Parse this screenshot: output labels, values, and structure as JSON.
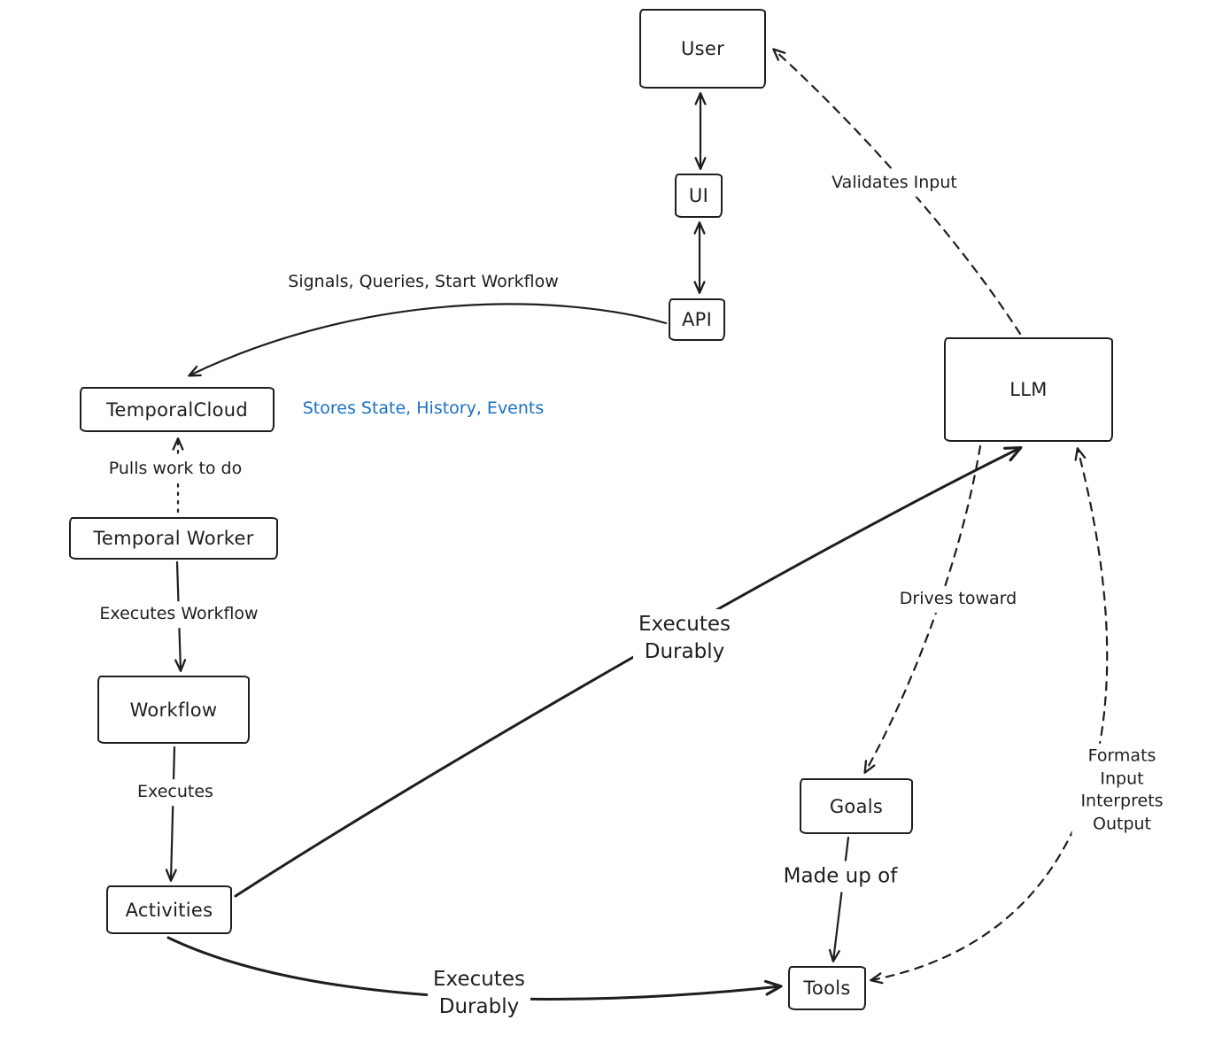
{
  "colors": {
    "stroke": "#1e1e1e",
    "blue": "#1971c2",
    "background": "#ffffff"
  },
  "nodes": {
    "user": "User",
    "ui": "UI",
    "api": "API",
    "llm": "LLM",
    "temporal_cloud": "TemporalCloud",
    "temporal_worker": "Temporal Worker",
    "workflow": "Workflow",
    "activities": "Activities",
    "goals": "Goals",
    "tools": "Tools"
  },
  "edge_labels": {
    "signals_queries": "Signals, Queries, Start Workflow",
    "validates_input": "Validates Input",
    "stores_state": "Stores State, History, Events",
    "pulls_work": "Pulls work to do",
    "executes_workflow": "Executes Workflow",
    "executes": "Executes",
    "executes_durably_llm": "Executes\nDurably",
    "drives_toward": "Drives toward",
    "made_up_of": "Made up of",
    "formats_interprets": "Formats Input\nInterprets Output",
    "executes_durably_tools": "Executes\nDurably"
  }
}
